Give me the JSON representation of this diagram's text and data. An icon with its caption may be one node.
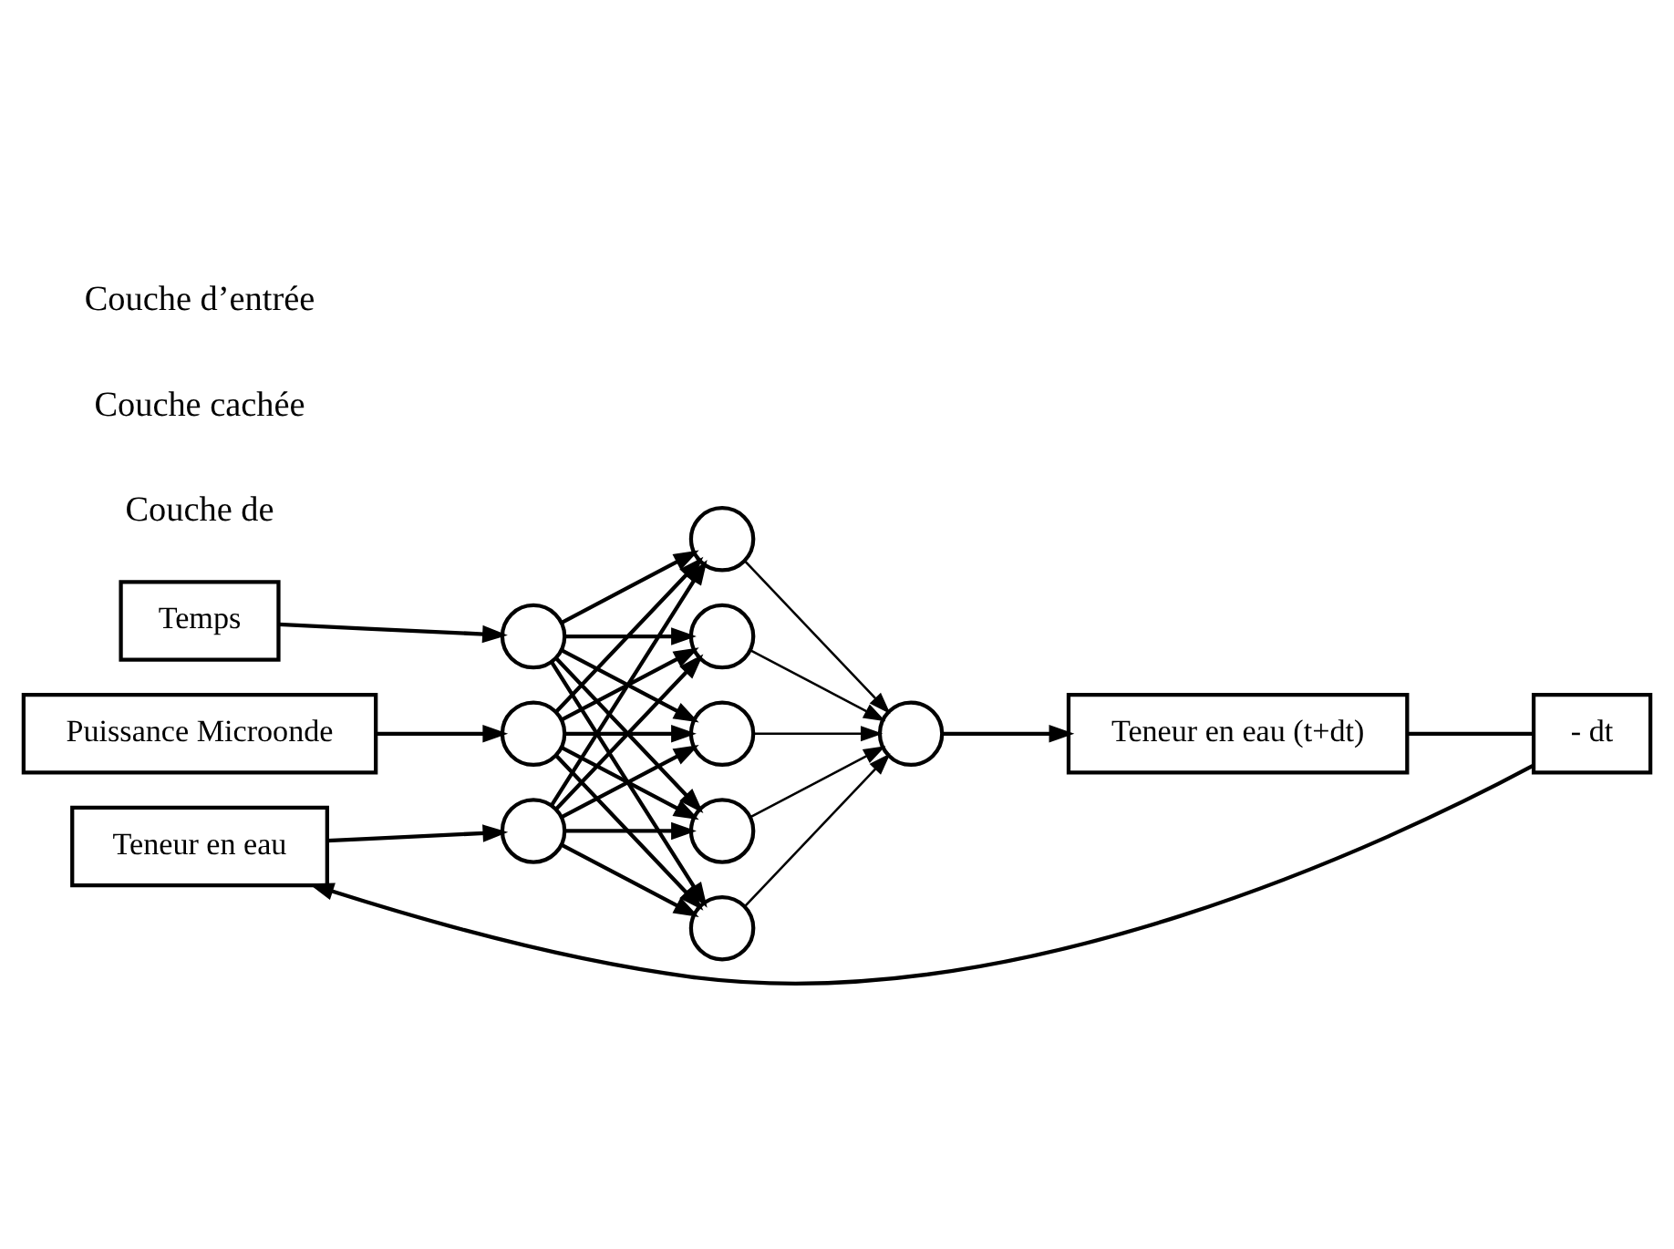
{
  "diagram": {
    "nodes": [
      {
        "text": [
          "Temps"
        ]
      },
      {
        "text": [
          "Puissance Microonde"
        ]
      },
      {
        "text": [
          "Teneur en eau"
        ]
      },
      {
        "text": [],
        "shape": "circle"
      },
      {
        "text": [],
        "shape": "circle"
      },
      {
        "text": [],
        "shape": "circle"
      },
      {
        "text": [],
        "shape": "circle"
      },
      {
        "text": [],
        "shape": "circle"
      },
      {
        "text": [],
        "shape": "circle"
      },
      {
        "text": [],
        "shape": "circle"
      },
      {
        "text": [],
        "shape": "circle"
      },
      {
        "text": [],
        "shape": "circle"
      },
      {
        "text": [
          "Teneur en eau (t+dt)"
        ]
      },
      {
        "text": [
          "- dt"
        ]
      }
    ],
    "edges": [
      {
        "from": 0,
        "to": 3,
        "arrow": "to"
      },
      {
        "from": 1,
        "to": 4,
        "arrow": "to"
      },
      {
        "from": 2,
        "to": 5,
        "arrow": "to"
      },
      {
        "from": 3,
        "to": 6,
        "arrow": "to"
      },
      {
        "from": 3,
        "to": 7,
        "arrow": "to"
      },
      {
        "from": 3,
        "to": 8,
        "arrow": "to"
      },
      {
        "from": 3,
        "to": 9,
        "arrow": "to"
      },
      {
        "from": 3,
        "to": 10,
        "arrow": "to"
      },
      {
        "from": 4,
        "to": 6,
        "arrow": "to"
      },
      {
        "from": 4,
        "to": 7,
        "arrow": "to"
      },
      {
        "from": 4,
        "to": 8,
        "arrow": "to"
      },
      {
        "from": 4,
        "to": 9,
        "arrow": "to"
      },
      {
        "from": 4,
        "to": 10,
        "arrow": "to"
      },
      {
        "from": 5,
        "to": 6,
        "arrow": "to"
      },
      {
        "from": 5,
        "to": 7,
        "arrow": "to"
      },
      {
        "from": 5,
        "to": 8,
        "arrow": "to"
      },
      {
        "from": 5,
        "to": 9,
        "arrow": "to"
      },
      {
        "from": 5,
        "to": 10,
        "arrow": "to"
      },
      {
        "from": 6,
        "to": 11,
        "arrow": "to"
      },
      {
        "from": 7,
        "to": 11,
        "arrow": "to"
      },
      {
        "from": 8,
        "to": 11,
        "arrow": "to"
      },
      {
        "from": 9,
        "to": 11,
        "arrow": "to"
      },
      {
        "from": 10,
        "to": 11,
        "arrow": "to"
      },
      {
        "from": 11,
        "to": 12,
        "arrow": "to"
      },
      {
        "from": 12,
        "to": 13,
        "arrow": "none"
      },
      {
        "from": 13,
        "to": 2,
        "arrow": "to"
      }
    ],
    "labels": [
      "Couche d’entrée",
      "Couche cachée",
      "Couche de"
    ]
  }
}
